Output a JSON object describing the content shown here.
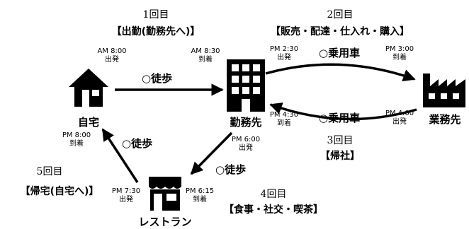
{
  "places": {
    "home": "自宅",
    "office": "勤務先",
    "client": "業務先",
    "restaurant": "レストラン"
  },
  "icons": {
    "home": "house-icon",
    "office": "office-building-icon",
    "client": "factory-icon",
    "restaurant": "restaurant-storefront-icon"
  },
  "trips": [
    {
      "number": "1回目",
      "purpose": "【出勤(勤務先へ)】"
    },
    {
      "number": "2回目",
      "purpose": "【販売・配達・仕入れ・購入】"
    },
    {
      "number": "3回目",
      "purpose": "【帰社】"
    },
    {
      "number": "4回目",
      "purpose": "【食事・社交・喫茶】"
    },
    {
      "number": "5回目",
      "purpose": "【帰宅(自宅へ)】"
    }
  ],
  "modes": {
    "walk": "○徒歩",
    "car": "○乗用車"
  },
  "times": {
    "home_depart": {
      "time": "AM 8:00",
      "label": "出発"
    },
    "office_arrive": {
      "time": "AM 8:30",
      "label": "到着"
    },
    "office_depart_client": {
      "time": "PM 2:30",
      "label": "出発"
    },
    "client_arrive": {
      "time": "PM 3:00",
      "label": "到着"
    },
    "client_depart": {
      "time": "PM 4:00",
      "label": "出発"
    },
    "office_return": {
      "time": "PM 4:30",
      "label": "到着"
    },
    "office_depart_restaurant": {
      "time": "PM 6:00",
      "label": "出発"
    },
    "restaurant_arrive": {
      "time": "PM 6:15",
      "label": "到着"
    },
    "restaurant_depart": {
      "time": "PM 7:30",
      "label": "出発"
    },
    "home_arrive": {
      "time": "PM 8:00",
      "label": "到着"
    }
  }
}
